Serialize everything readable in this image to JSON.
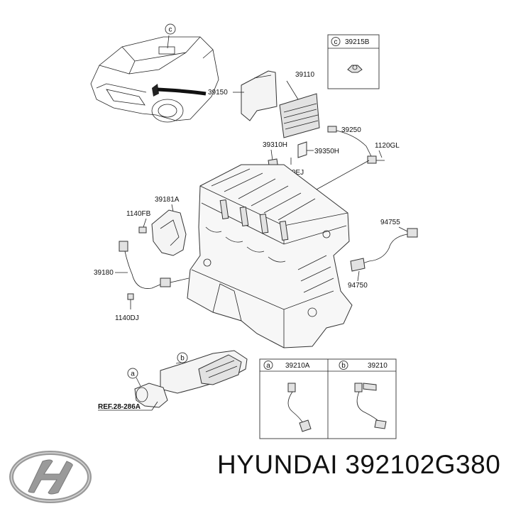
{
  "labels": {
    "c1": "c",
    "p39215B": "39215B",
    "p39110": "39110",
    "p39150": "39150",
    "p39250": "39250",
    "p39310H": "39310H",
    "p39350H": "39350H",
    "p1120GL": "1120GL",
    "p1140EJ": "1140EJ",
    "p39181A": "39181A",
    "p1140FB": "1140FB",
    "p94755": "94755",
    "p39180": "39180",
    "p94750": "94750",
    "p1140DJ": "1140DJ",
    "b1": "b",
    "a1": "a",
    "ref": "REF.28-286A",
    "box_a_key": "a",
    "box_a_part": "39210A",
    "box_b_key": "b",
    "box_b_part": "39210"
  },
  "footer": {
    "brand": "HYUNDAI",
    "part_number": "392102G380"
  }
}
